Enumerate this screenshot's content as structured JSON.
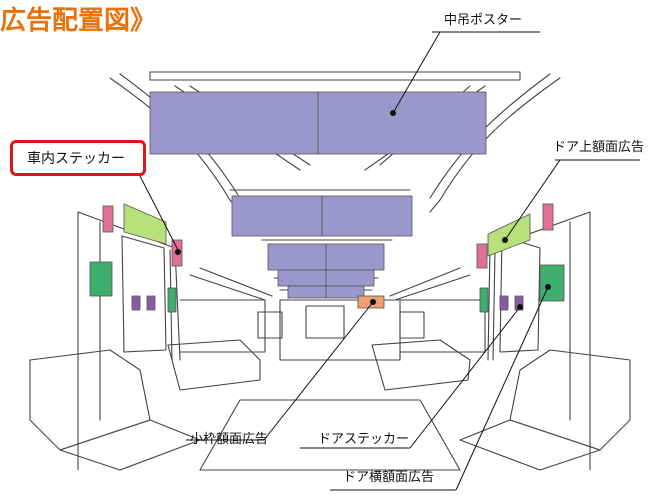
{
  "title": "広告配置図》",
  "labels": {
    "nakazuri": "中吊ポスター",
    "sharyo_sticker": "車内ステッカー",
    "door_ue": "ドア上額面広告",
    "kowaku": "小枠額面広告",
    "door_sticker": "ドアステッカー",
    "door_yoko": "ドア横額面広告"
  },
  "colors": {
    "title": "#e8730c",
    "nakazuri_poster": "#9b96cc",
    "sticker": "#e0709a",
    "door_ue_ad": "#b7df7a",
    "door_yoko_ad": "#3fae6e",
    "door_sticker": "#f0a070",
    "window_ad": "#8e5aa6",
    "highlight_border": "#e0141a"
  }
}
